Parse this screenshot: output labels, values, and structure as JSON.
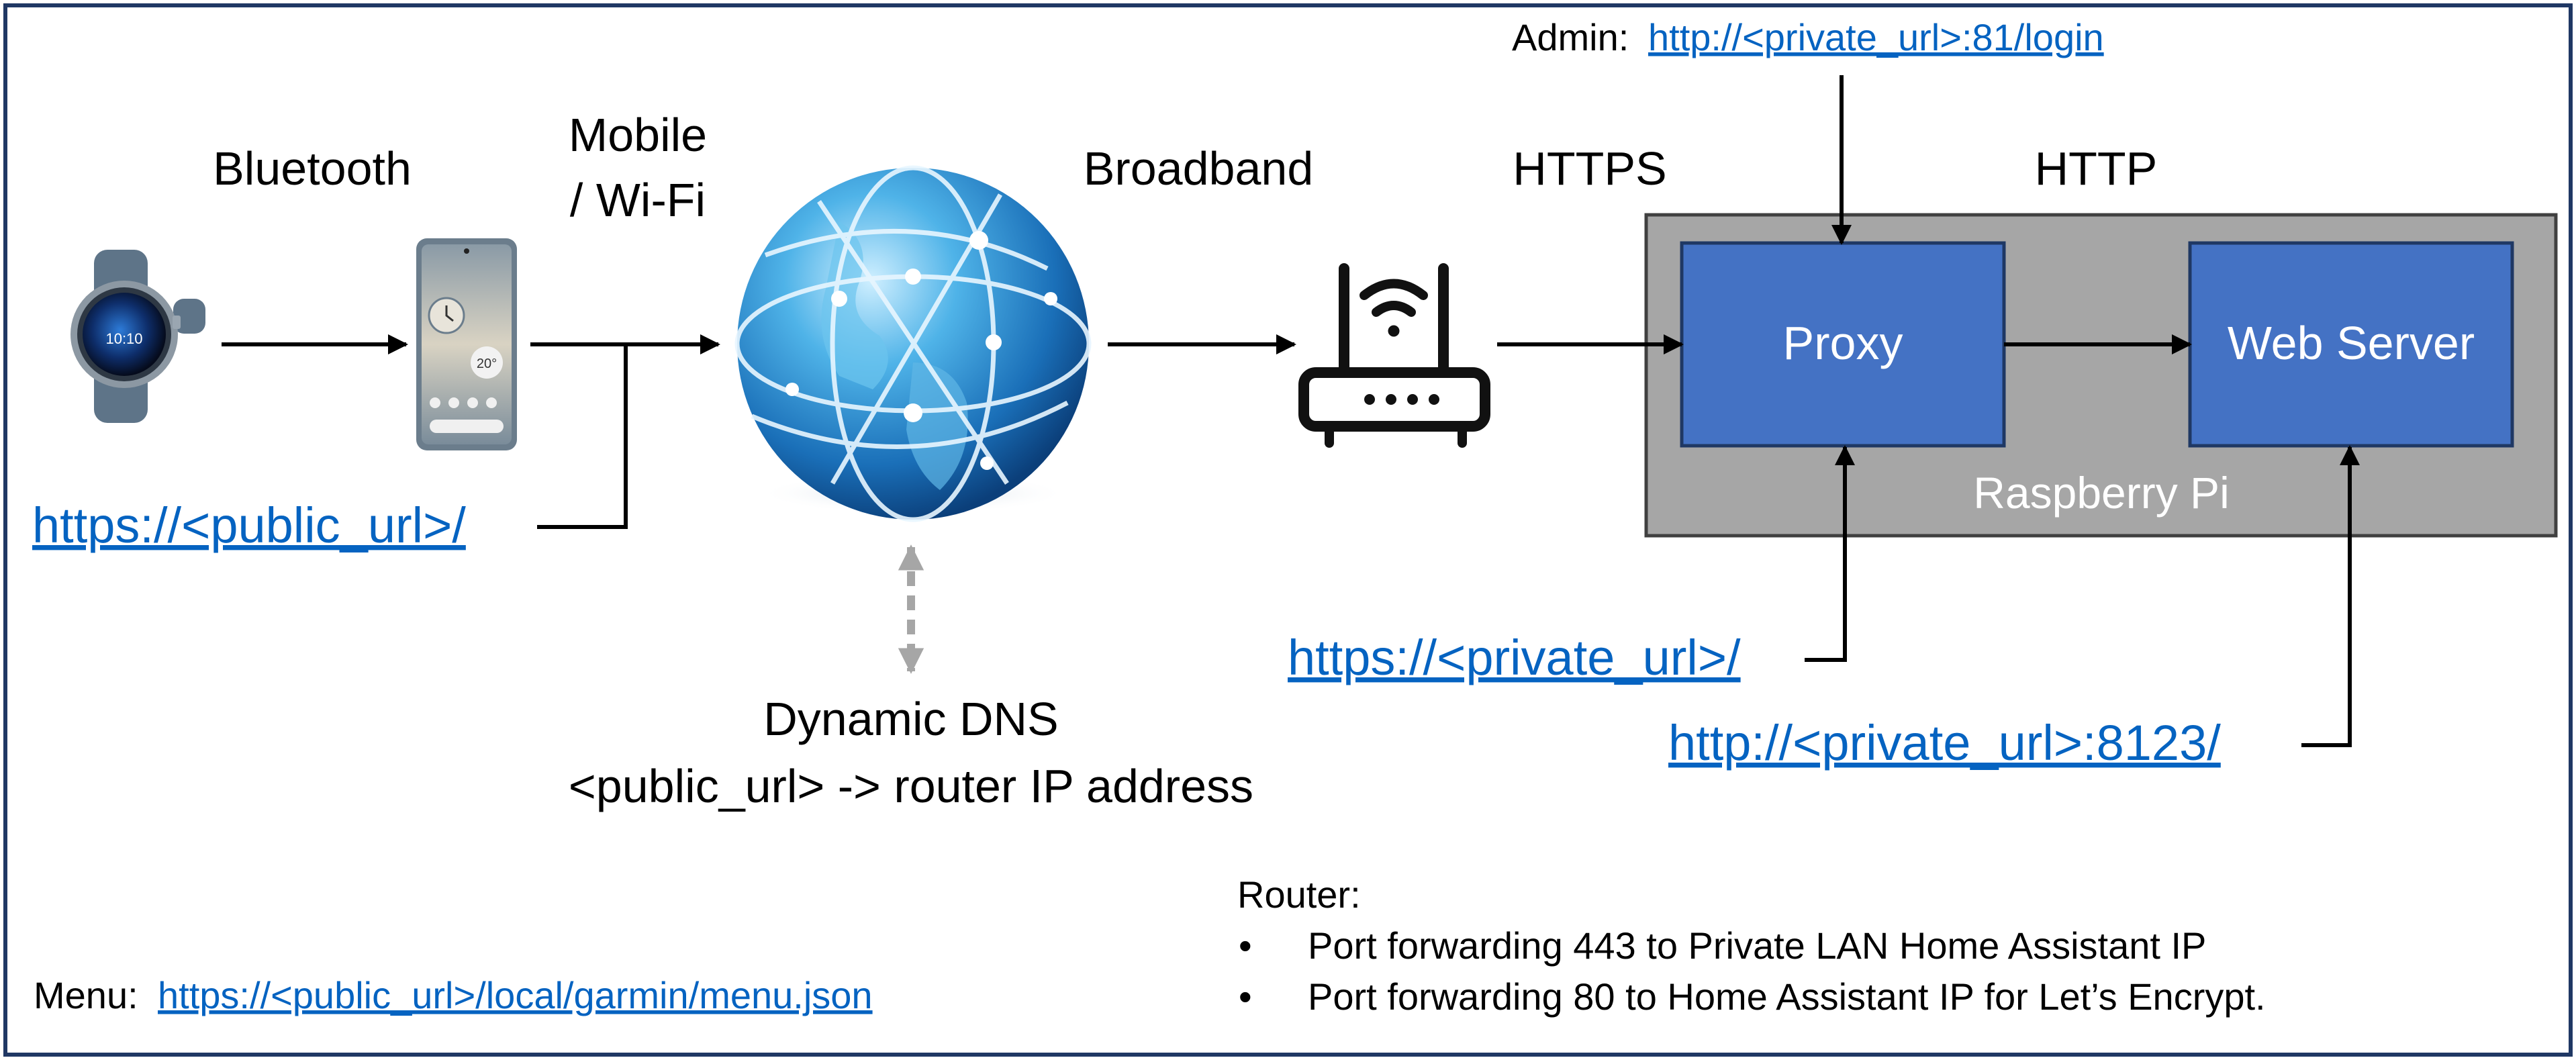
{
  "colors": {
    "frame": "#203864",
    "link": "#0563C1",
    "box_fill": "#4472C4",
    "box_stroke": "#1F3864",
    "pi_fill": "#A6A6A6",
    "pi_stroke": "#404040",
    "dns_arrow": "#A6A6A6",
    "line": "#000000"
  },
  "icons": {
    "watch": "smartwatch-icon",
    "phone": "smartphone-icon",
    "globe": "globe-icon",
    "router": "router-icon"
  },
  "labels": {
    "bluetooth": "Bluetooth",
    "mobile_line1": "Mobile",
    "mobile_line2": "/ Wi-Fi",
    "broadband": "Broadband",
    "https": "HTTPS",
    "http": "HTTP",
    "admin_prefix": "Admin:",
    "admin_url": "http://<private_url>:81/login",
    "public_url": "https://<public_url>/",
    "dns_title": "Dynamic DNS",
    "dns_mapping": "<public_url> -> router IP address",
    "private_url": "https://<private_url>/",
    "private_url_8123": "http://<private_url>:8123/",
    "menu_prefix": "Menu:",
    "menu_url": "https://<public_url>/local/garmin/menu.json"
  },
  "nodes": {
    "proxy": "Proxy",
    "web_server": "Web Server",
    "raspberry_pi": "Raspberry Pi"
  },
  "router_notes": {
    "title": "Router:",
    "bullet": "•",
    "items": [
      "Port forwarding 443 to Private LAN Home Assistant IP",
      "Port forwarding 80 to Home Assistant IP for Let’s Encrypt."
    ]
  },
  "watch_face": {
    "time": "10:10"
  },
  "phone_widget": {
    "temperature": "20°"
  }
}
